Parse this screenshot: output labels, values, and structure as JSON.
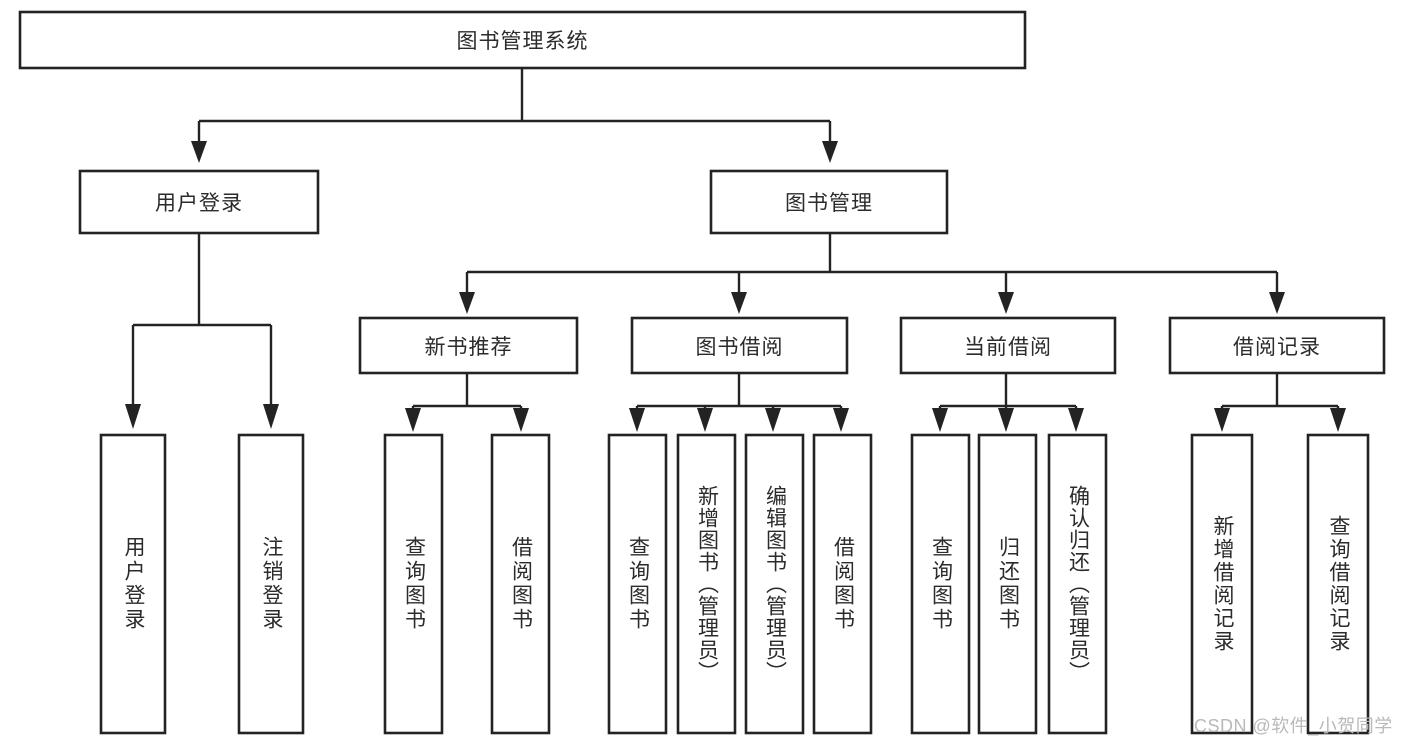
{
  "diagram": {
    "type": "tree-hierarchy-diagram",
    "title": "图书管理系统",
    "orientation": "top-down",
    "colors": {
      "box_fill": "#ffffff",
      "box_stroke": "#232323",
      "text": "#2b2b2b",
      "background": "#ffffff",
      "watermark": "#b9b9b9"
    },
    "root": {
      "label": "图书管理系统"
    },
    "level1": [
      {
        "label": "用户登录"
      },
      {
        "label": "图书管理"
      }
    ],
    "level2": [
      {
        "label": "新书推荐",
        "parent": "图书管理"
      },
      {
        "label": "图书借阅",
        "parent": "图书管理"
      },
      {
        "label": "当前借阅",
        "parent": "图书管理"
      },
      {
        "label": "借阅记录",
        "parent": "图书管理"
      }
    ],
    "leaves": [
      {
        "label": "用户登录",
        "parent": "用户登录"
      },
      {
        "label": "注销登录",
        "parent": "用户登录"
      },
      {
        "label": "查询图书",
        "parent": "新书推荐"
      },
      {
        "label": "借阅图书",
        "parent": "新书推荐"
      },
      {
        "label": "查询图书",
        "parent": "图书借阅"
      },
      {
        "label": "新增图书（管理员）",
        "parent": "图书借阅"
      },
      {
        "label": "编辑图书（管理员）",
        "parent": "图书借阅"
      },
      {
        "label": "借阅图书",
        "parent": "图书借阅"
      },
      {
        "label": "查询图书",
        "parent": "当前借阅"
      },
      {
        "label": "归还图书",
        "parent": "当前借阅"
      },
      {
        "label": "确认归还（管理员）",
        "parent": "当前借阅"
      },
      {
        "label": "新增借阅记录",
        "parent": "借阅记录"
      },
      {
        "label": "查询借阅记录",
        "parent": "借阅记录"
      }
    ]
  },
  "watermark": {
    "text": "CSDN @软件_小贺同学"
  }
}
